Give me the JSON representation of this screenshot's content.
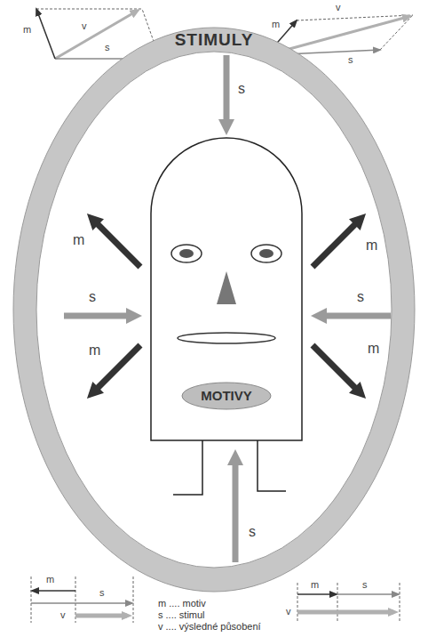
{
  "diagram": {
    "nodes": [
      {
        "text": [
          "STIMULY"
        ]
      },
      {
        "text": [
          "MOTIVY"
        ],
        "in": 0
      }
    ],
    "labels": [
      "m",
      "v",
      "s",
      "m",
      "v",
      "s",
      "s",
      "m",
      "m",
      "s",
      "s",
      "m",
      "m",
      "s",
      "m",
      "s",
      "v",
      "m",
      "s",
      "v"
    ],
    "legend": [
      {
        "text": "m .... motiv"
      },
      {
        "text": "s .... stimul"
      },
      {
        "text": "v .... výsledné působení"
      }
    ]
  }
}
